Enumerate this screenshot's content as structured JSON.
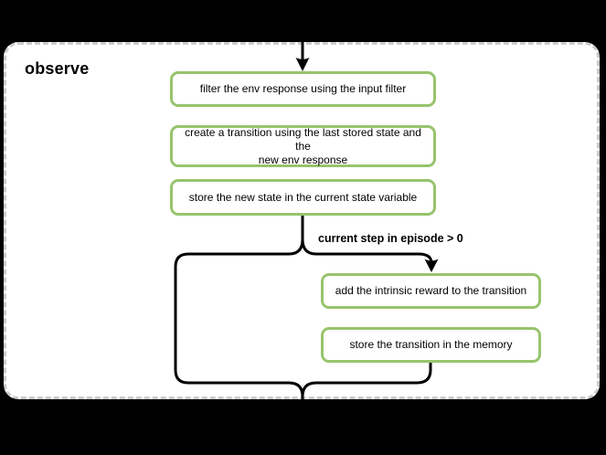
{
  "panel": {
    "title": "observe"
  },
  "flowchart": {
    "left_column": [
      {
        "id": "filter-env-response",
        "label": "filter the env response using the input filter"
      },
      {
        "id": "create-transition",
        "label": "create a transition using the last stored state and the\nnew env response"
      },
      {
        "id": "store-new-state",
        "label": "store the new state in the current state variable"
      }
    ],
    "condition_label": "current step in episode > 0",
    "right_column": [
      {
        "id": "add-intrinsic-reward",
        "label": "add the intrinsic reward to the transition"
      },
      {
        "id": "store-transition",
        "label": "store the transition in the memory"
      }
    ]
  },
  "colors": {
    "background": "#000000",
    "panel_background": "#ffffff",
    "panel_border": "#cccccc",
    "node_border": "#97c46d",
    "connector": "#000000",
    "text": "#000000"
  }
}
